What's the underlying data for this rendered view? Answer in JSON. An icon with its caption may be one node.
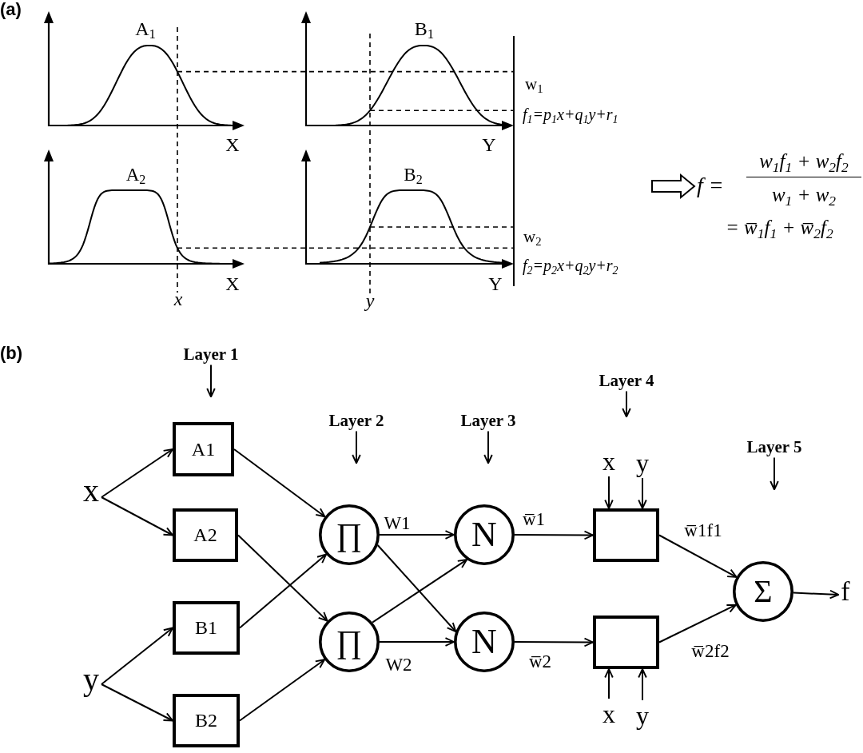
{
  "diagram": {
    "nodes": [
      {
        "text": [
          "f =",
          "w$_{1}$f$_{1}$ + w$_{2}$f$_{2}$",
          "w$_{1}$ + w$_{2}$",
          "= w̅$_{1}$f$_{1}$ + w̅$_{2}$f$_{2}$"
        ]
      },
      {
        "text": [
          "x"
        ]
      },
      {
        "text": [
          "y"
        ]
      },
      {
        "text": [
          "Layer 1"
        ]
      },
      {
        "text": [
          "A1"
        ]
      },
      {
        "text": [
          "A2"
        ]
      },
      {
        "text": [
          "B1"
        ]
      },
      {
        "text": [
          "B2"
        ]
      },
      {
        "text": [
          "Layer 2"
        ]
      },
      {
        "text": [
          "∏"
        ]
      },
      {
        "text": [
          "∏"
        ]
      },
      {
        "text": [
          "Layer 3"
        ]
      },
      {
        "text": [
          "N"
        ]
      },
      {
        "text": [
          "N"
        ]
      },
      {
        "text": [
          "Layer 4"
        ]
      },
      {
        "text": [
          "x"
        ]
      },
      {
        "text": [
          "y"
        ]
      },
      {
        "text": [],
        "shape": "box"
      },
      {
        "text": [],
        "shape": "box"
      },
      {
        "text": [
          "x"
        ]
      },
      {
        "text": [
          "y"
        ]
      },
      {
        "text": [
          "Layer 5"
        ]
      },
      {
        "text": [
          "Σ"
        ]
      },
      {
        "text": [
          "f"
        ]
      }
    ],
    "edges": [
      {
        "from": null,
        "to": 0,
        "arrow": "to"
      },
      {
        "from": 1,
        "to": 4,
        "arrow": "to"
      },
      {
        "from": 1,
        "to": 5,
        "arrow": "to"
      },
      {
        "from": 2,
        "to": 6,
        "arrow": "to"
      },
      {
        "from": 2,
        "to": 7,
        "arrow": "to"
      },
      {
        "from": 3,
        "to": null,
        "arrow": "to"
      },
      {
        "from": 4,
        "to": 9,
        "arrow": "to"
      },
      {
        "from": 5,
        "to": 10,
        "arrow": "to"
      },
      {
        "from": 6,
        "to": 9,
        "arrow": "to"
      },
      {
        "from": 7,
        "to": 10,
        "arrow": "to"
      },
      {
        "from": 8,
        "to": null,
        "arrow": "to"
      },
      {
        "from": 9,
        "to": 12,
        "arrow": "to",
        "label": "W1"
      },
      {
        "from": 9,
        "to": 13,
        "arrow": "to"
      },
      {
        "from": 10,
        "to": 12,
        "arrow": "to"
      },
      {
        "from": 10,
        "to": 13,
        "arrow": "to",
        "label": "W2"
      },
      {
        "from": 11,
        "to": null,
        "arrow": "to"
      },
      {
        "from": 12,
        "to": 17,
        "arrow": "to",
        "label": "w̅1"
      },
      {
        "from": 13,
        "to": 18,
        "arrow": "to",
        "label": "w̅2"
      },
      {
        "from": 14,
        "to": null,
        "arrow": "to"
      },
      {
        "from": 15,
        "to": 17,
        "arrow": "to"
      },
      {
        "from": 16,
        "to": 17,
        "arrow": "to"
      },
      {
        "from": 19,
        "to": 18,
        "arrow": "to"
      },
      {
        "from": 20,
        "to": 18,
        "arrow": "to"
      },
      {
        "from": 17,
        "to": 22,
        "arrow": "to",
        "label": "w̅1f1"
      },
      {
        "from": 18,
        "to": 22,
        "arrow": "to",
        "label": "w̅2f2"
      },
      {
        "from": 21,
        "to": null,
        "arrow": "to"
      },
      {
        "from": 22,
        "to": 23,
        "arrow": "to"
      }
    ],
    "labels": [
      "(a)",
      "A$_{1}$",
      "B$_{1}$",
      "w$_{1}$",
      "f$_{1}$=p$_{1}$x+q$_{1}$y+r$_{1}$",
      "X",
      "Y",
      "A$_{2}$",
      "B$_{2}$",
      "w$_{2}$",
      "f$_{2}$=p$_{2}$x+q$_{2}$y+r$_{2}$",
      "X",
      "Y",
      "x",
      "y",
      "(b)"
    ]
  }
}
